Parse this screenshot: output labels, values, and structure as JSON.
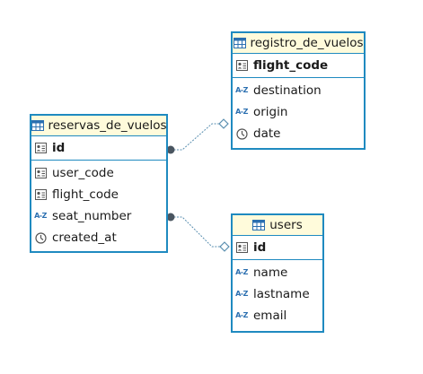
{
  "colors": {
    "border": "#1f8ac0",
    "header_bg": "#fffbdb",
    "connector": "#5a8fb0",
    "dot": "#4a5560"
  },
  "entities": {
    "registro": {
      "title": "registro_de_vuelos",
      "pk": "flight_code",
      "attrs": [
        {
          "name": "destination",
          "icon": "az-text-icon"
        },
        {
          "name": "origin",
          "icon": "az-text-icon"
        },
        {
          "name": "date",
          "icon": "clock-icon"
        }
      ]
    },
    "reservas": {
      "title": "reservas_de_vuelos",
      "pk": "id",
      "attrs": [
        {
          "name": "user_code",
          "icon": "key-field-icon"
        },
        {
          "name": "flight_code",
          "icon": "key-field-icon"
        },
        {
          "name": "seat_number",
          "icon": "az-text-icon"
        },
        {
          "name": "created_at",
          "icon": "clock-icon"
        }
      ]
    },
    "users": {
      "title": "users",
      "pk": "id",
      "attrs": [
        {
          "name": "name",
          "icon": "az-text-icon"
        },
        {
          "name": "lastname",
          "icon": "az-text-icon"
        },
        {
          "name": "email",
          "icon": "az-text-icon"
        }
      ]
    }
  }
}
